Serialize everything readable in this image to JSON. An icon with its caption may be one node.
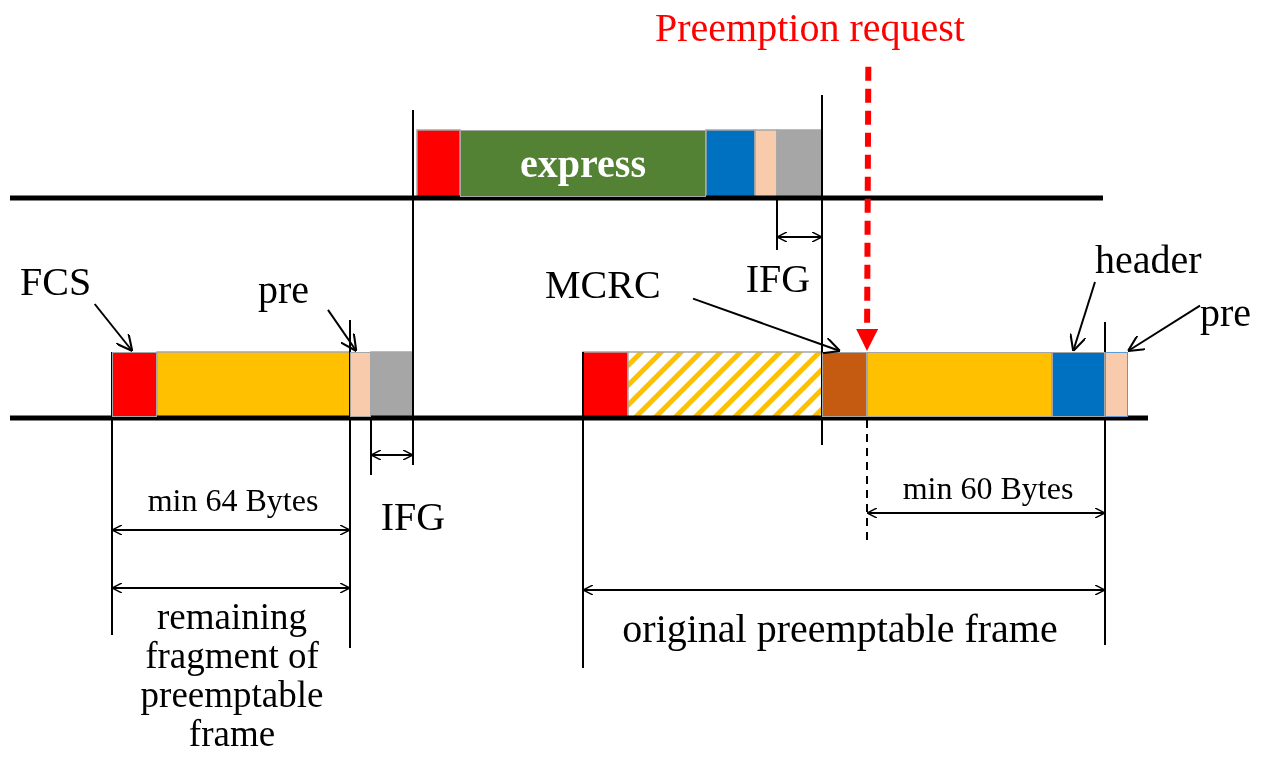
{
  "diagram": {
    "nodes": [
      {
        "text": [
          "Preemption request"
        ]
      },
      {
        "text": [
          "express"
        ]
      },
      {
        "text": [
          "FCS"
        ]
      },
      {
        "text": [],
        "shape": "box"
      },
      {
        "text": [
          "pre"
        ]
      },
      {
        "text": [],
        "shape": "box"
      },
      {
        "text": [
          "MCRC"
        ]
      },
      {
        "text": [
          "header"
        ]
      },
      {
        "text": [
          "pre"
        ]
      },
      {
        "text": [],
        "shape": "box"
      },
      {
        "text": [],
        "shape": "box"
      },
      {
        "text": [],
        "shape": "box"
      },
      {
        "text": [],
        "shape": "box"
      }
    ],
    "edges": [
      {
        "from": 0,
        "to": 10,
        "arrow": "to",
        "style": "dashed",
        "color": "#ff0000"
      },
      {
        "from": 2,
        "to": 3,
        "arrow": "to"
      },
      {
        "from": 4,
        "to": 5,
        "arrow": "to"
      },
      {
        "from": 6,
        "to": 9,
        "arrow": "to"
      },
      {
        "from": 7,
        "to": 11,
        "arrow": "to"
      },
      {
        "from": 8,
        "to": 12,
        "arrow": "to"
      }
    ],
    "labels": [
      "IFG",
      "min 60 Bytes",
      "min 64 Bytes",
      "IFG",
      "remaining fragment of preemptable frame",
      "original preemptable frame"
    ]
  }
}
